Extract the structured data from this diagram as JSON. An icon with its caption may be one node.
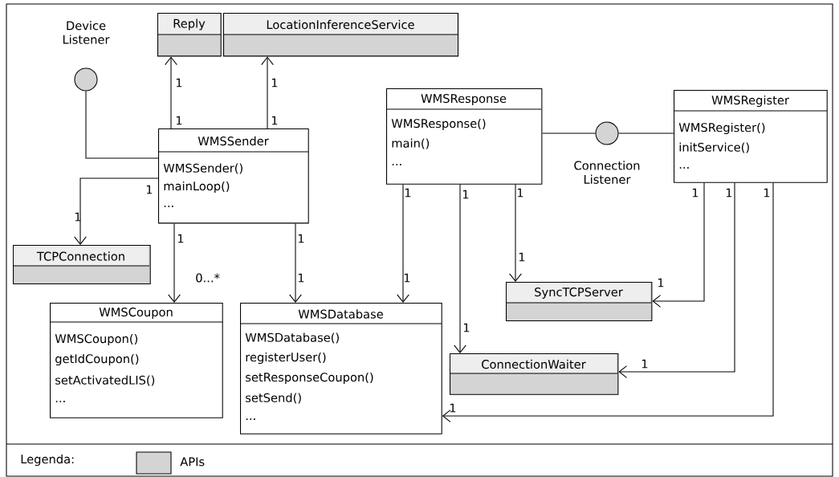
{
  "diagram": {
    "nodes": [
      {
        "text": [
          "Reply"
        ]
      },
      {
        "text": [
          "LocationInferenceService"
        ]
      },
      {
        "text": [
          "Device Listener"
        ]
      },
      {
        "text": [
          "WMSSender",
          "WMSSender()",
          "mainLoop()",
          "..."
        ]
      },
      {
        "text": [
          "TCPConnection"
        ]
      },
      {
        "text": [
          "WMSCoupon",
          "WMSCoupon()",
          "getIdCoupon()",
          "setActivatedLIS()",
          "..."
        ]
      },
      {
        "text": [
          "WMSDatabase",
          "WMSDatabase()",
          "registerUser()",
          "setResponseCoupon()",
          "setSend()",
          "..."
        ]
      },
      {
        "text": [
          "WMSResponse",
          "WMSResponse()",
          "main()",
          "..."
        ]
      },
      {
        "text": [
          "Connection Listener"
        ]
      },
      {
        "text": [
          "WMSRegister",
          "WMSRegister()",
          "initService()",
          "..."
        ]
      },
      {
        "text": [
          "SyncTCPServer"
        ]
      },
      {
        "text": [
          "ConnectionWaiter"
        ]
      }
    ],
    "edges": [
      {
        "from": 3,
        "to": 0,
        "arrow": "to"
      },
      {
        "from": 3,
        "to": 1,
        "arrow": "to"
      },
      {
        "from": 2,
        "to": 3,
        "arrow": "none"
      },
      {
        "from": 3,
        "to": 4,
        "arrow": "to"
      },
      {
        "from": 3,
        "to": 5,
        "arrow": "to"
      },
      {
        "from": 3,
        "to": 6,
        "arrow": "to"
      },
      {
        "from": 7,
        "to": 6,
        "arrow": "to"
      },
      {
        "from": 7,
        "to": 11,
        "arrow": "to"
      },
      {
        "from": 7,
        "to": 10,
        "arrow": "to"
      },
      {
        "from": 7,
        "to": 8,
        "arrow": "none"
      },
      {
        "from": 8,
        "to": 9,
        "arrow": "none"
      },
      {
        "from": 9,
        "to": 10,
        "arrow": "to"
      },
      {
        "from": 9,
        "to": 11,
        "arrow": "to"
      },
      {
        "from": 9,
        "to": 6,
        "arrow": "to"
      }
    ],
    "labels": [
      "1",
      "1",
      "1",
      "1",
      "1",
      "1",
      "1",
      "1",
      "1",
      "1",
      "1",
      "1",
      "1",
      "1",
      "1",
      "0...*",
      "1",
      "1",
      "1",
      "1",
      "1",
      "1",
      "Legenda:"
    ],
    "legend": [
      {
        "text": "APIs",
        "color": "#d4d4d4"
      }
    ]
  }
}
